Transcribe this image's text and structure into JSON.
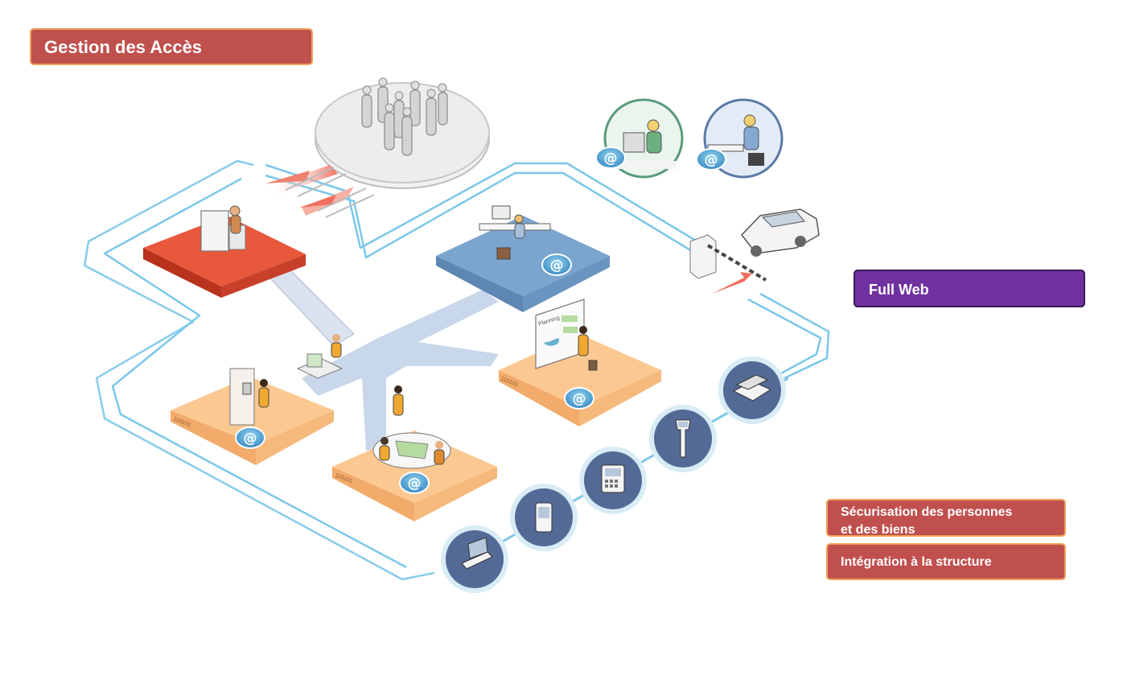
{
  "title": "Gestion des Accès",
  "badges": {
    "full_web": "Full Web",
    "securisation_line1": "Sécurisation des personnes",
    "securisation_line2": "et des biens",
    "integration": "Intégration à la structure"
  },
  "illustration": {
    "at_symbol": "@",
    "planning_board_text": "Planning",
    "binary_tag": "110101",
    "device_icons": [
      "laptop-icon",
      "pda-icon",
      "access-terminal-icon",
      "kiosk-icon",
      "phone-icon"
    ],
    "colors": {
      "network_line": "#7cc7ea",
      "red_platform": "#e8583c",
      "blue_platform": "#7ba5cf",
      "orange_platform": "#fcc892",
      "device_circle": "#546a96",
      "title_red": "#c0504d",
      "full_web_purple": "#7030a0"
    }
  }
}
